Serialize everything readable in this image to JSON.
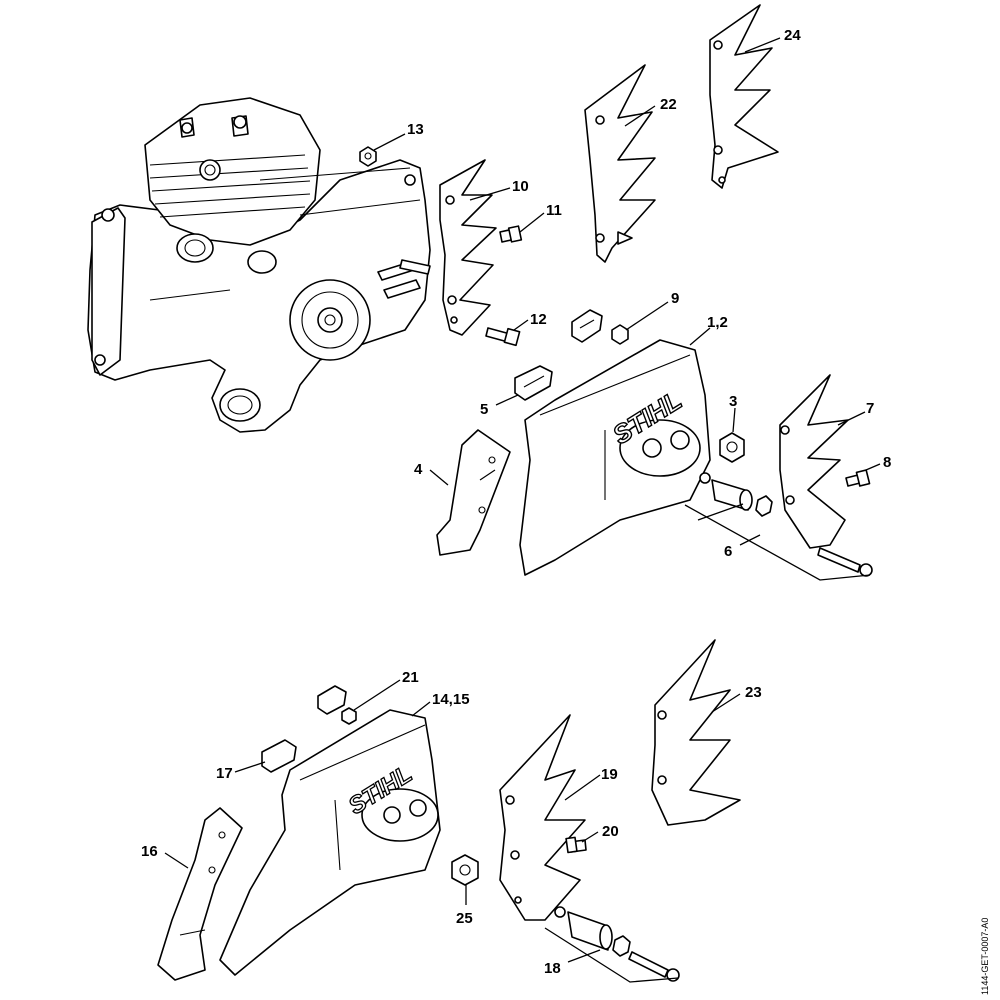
{
  "diagram": {
    "document_id": "1144-GET-0007-A0",
    "brand_text": "STIHL",
    "part_labels": {
      "p1_2": "1,2",
      "p3": "3",
      "p4": "4",
      "p5": "5",
      "p6": "6",
      "p7": "7",
      "p8": "8",
      "p9": "9",
      "p10": "10",
      "p11": "11",
      "p12": "12",
      "p13": "13",
      "p14_15": "14,15",
      "p16": "16",
      "p17": "17",
      "p18": "18",
      "p19": "19",
      "p20": "20",
      "p21": "21",
      "p22": "22",
      "p23": "23",
      "p24": "24",
      "p25": "25"
    }
  }
}
